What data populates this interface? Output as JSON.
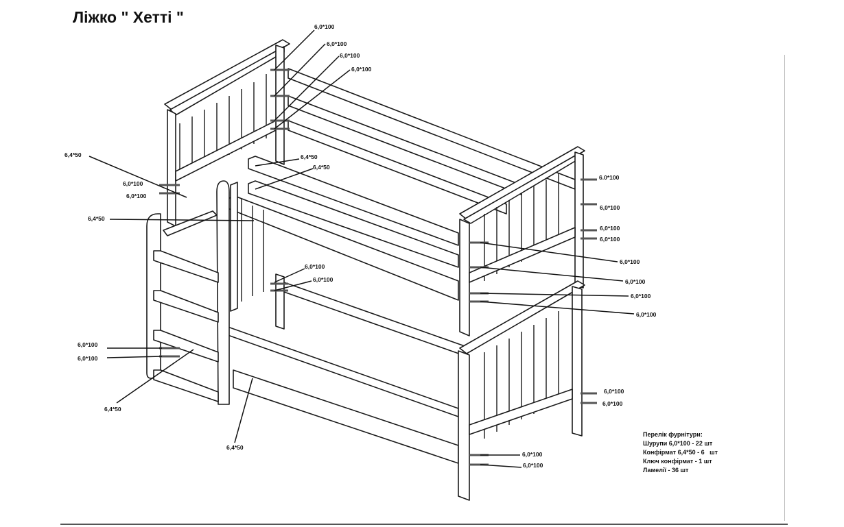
{
  "title": "Ліжко \" Хетті \"",
  "labels": [
    "6,0*100",
    "6,0*100",
    "6,0*100",
    "6,0*100",
    "6,4*50",
    "6,0*100",
    "6,0*100",
    "6,4*50",
    "6,4*50",
    "6,4*50",
    "6,0*100",
    "6,0*100",
    "6,0*100",
    "6,0*100",
    "6,4*50",
    "6,4*50",
    "6.0*100",
    "6,0*100",
    "6,0*100",
    "6,0*100",
    "6,0*100",
    "6,0*100",
    "6,0*100",
    "6,0*100",
    "6,0*100",
    "6,0*100",
    "6,0*100",
    "6,0*100"
  ],
  "hardware": {
    "heading": "Перелік фурнітури:",
    "items": [
      "Шурупи 6,0*100 - 22 шт",
      "Конфірмат 6,4*50 - 6   шт",
      "Ключ конфірмат - 1 шт",
      "Ламелії - 36 шт"
    ]
  }
}
